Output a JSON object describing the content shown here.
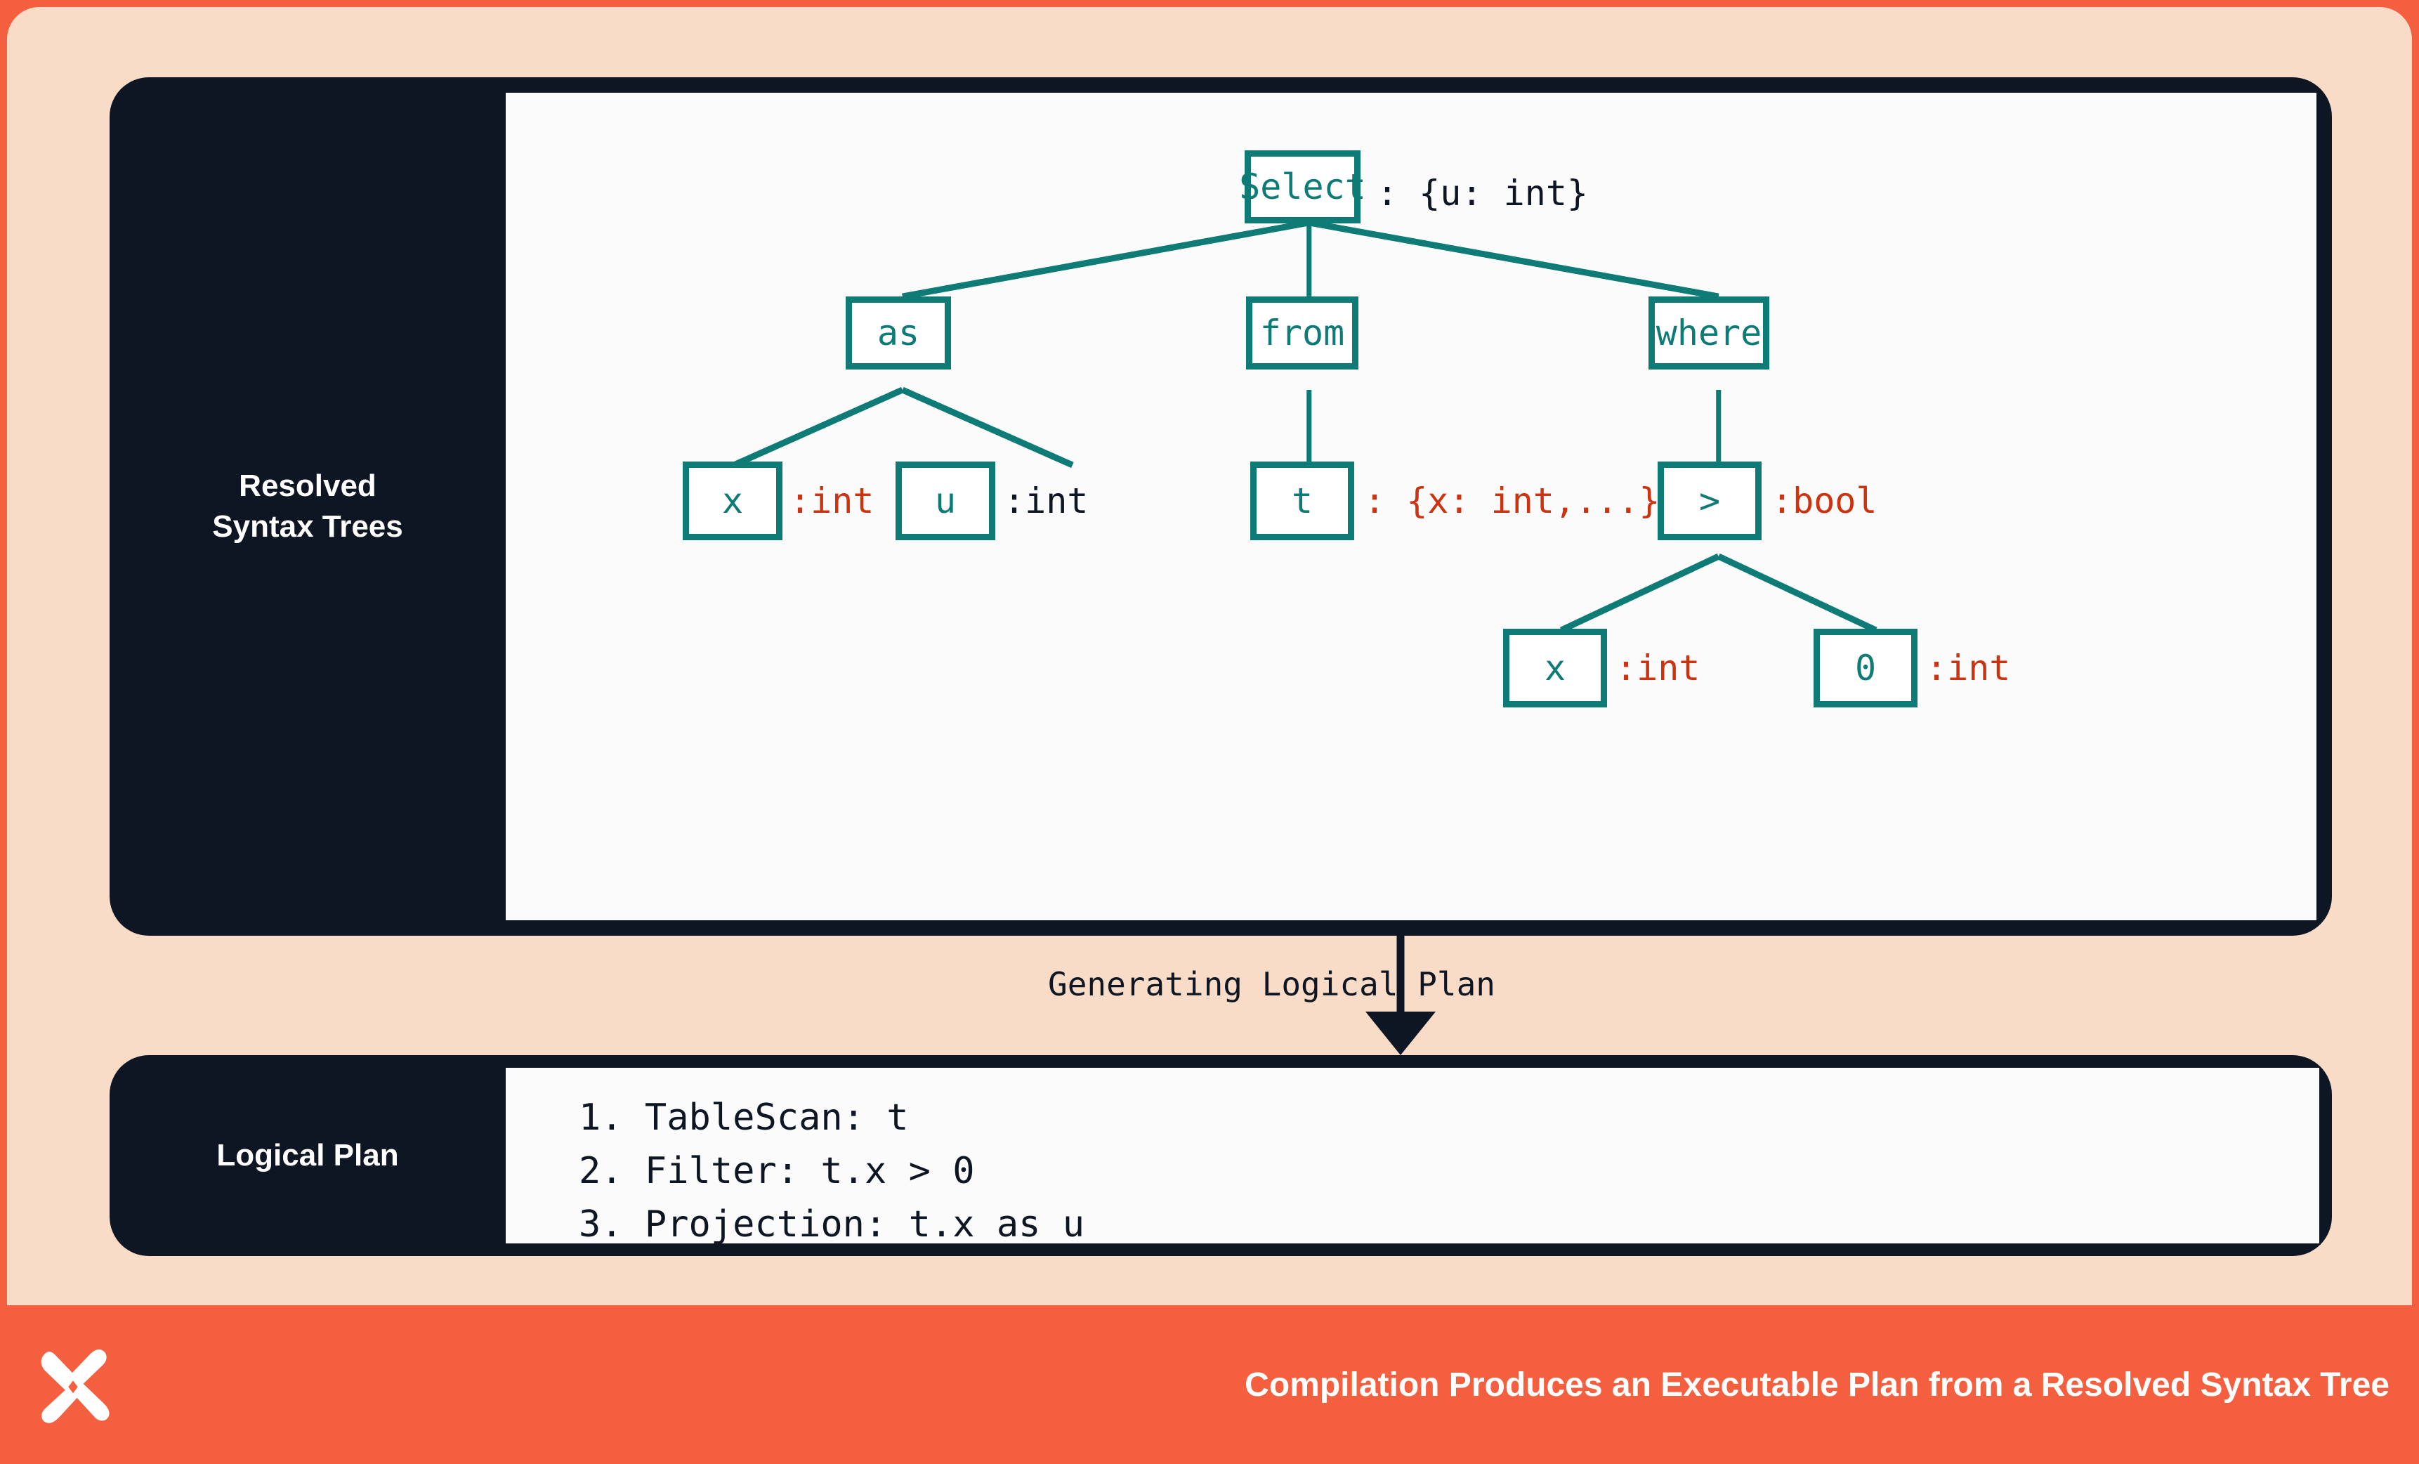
{
  "theme": {
    "frame_color": "#F4603F",
    "canvas_color": "#F9DCC7",
    "panel_color": "#0F1623",
    "panel_body_color": "#FBFBFC",
    "node_color": "#0E7B77",
    "type_red": "#CC3311",
    "type_dark": "#0F1623",
    "footer_text_color": "#FFFFFF"
  },
  "panels": {
    "rst": {
      "label_line1": "Resolved",
      "label_line2": "Syntax Trees"
    },
    "logical_plan": {
      "label": "Logical Plan"
    }
  },
  "tree": {
    "nodes": [
      {
        "id": "select",
        "label": "Select",
        "type": ": {u: int}",
        "type_color": "dark"
      },
      {
        "id": "as",
        "label": "as",
        "type": "",
        "type_color": "dark"
      },
      {
        "id": "from",
        "label": "from",
        "type": "",
        "type_color": "dark"
      },
      {
        "id": "where",
        "label": "where",
        "type": "",
        "type_color": "dark"
      },
      {
        "id": "as-x",
        "label": "x",
        "type": ":int",
        "type_color": "red"
      },
      {
        "id": "as-u",
        "label": "u",
        "type": ":int",
        "type_color": "dark"
      },
      {
        "id": "from-t",
        "label": "t",
        "type": ": {x: int,...}",
        "type_color": "red"
      },
      {
        "id": "gt",
        "label": ">",
        "type": ":bool",
        "type_color": "red"
      },
      {
        "id": "gt-x",
        "label": "x",
        "type": ":int",
        "type_color": "red"
      },
      {
        "id": "gt-0",
        "label": "0",
        "type": ":int",
        "type_color": "red"
      }
    ]
  },
  "connector": {
    "label": "Generating Logical Plan"
  },
  "logical_plan": {
    "steps": [
      "1. TableScan: t",
      "2. Filter: t.x > 0",
      "3. Projection: t.x as u"
    ]
  },
  "footer": {
    "caption": "Compilation Produces an Executable Plan from a Resolved Syntax Tree",
    "logo_name": "butterfly-x-logo"
  }
}
